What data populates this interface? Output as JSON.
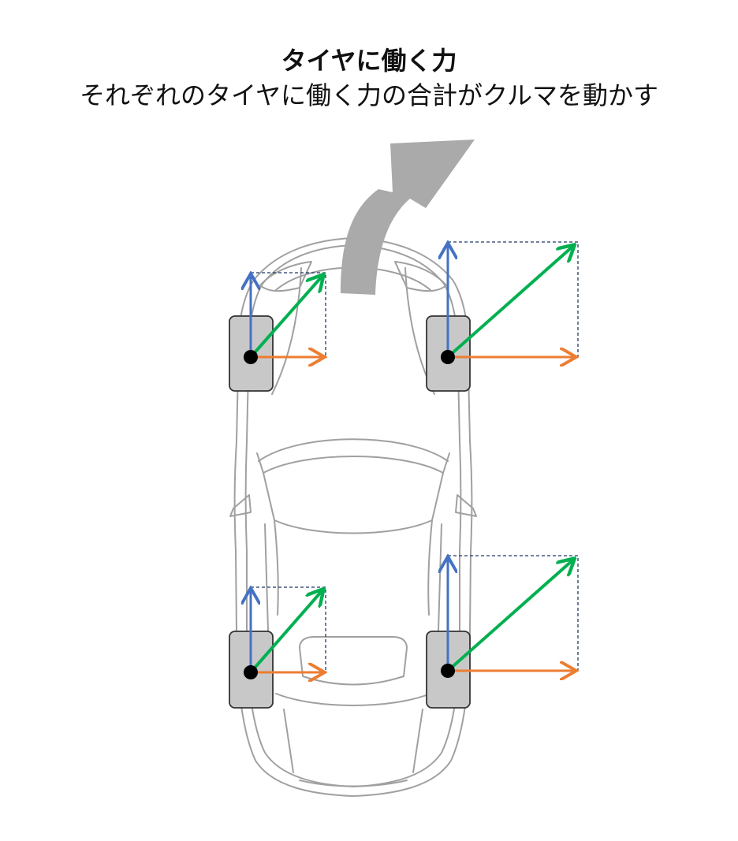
{
  "header": {
    "title": "タイヤに働く力",
    "subtitle": "それぞれのタイヤに働く力の合計がクルマを動かす"
  },
  "colors": {
    "longitudinal_force": "#4472c4",
    "lateral_force": "#ed7d31",
    "resultant_force": "#00b050",
    "tire_fill": "#c8c8c8",
    "turn_arrow": "#aaaaaa",
    "car_outline": "#a0a0a0"
  },
  "icons": {
    "turn_direction": "curved-arrow-icon",
    "car": "car-topview-icon"
  },
  "tires": [
    {
      "name": "front-left",
      "longitudinal": 1,
      "lateral": 1
    },
    {
      "name": "front-right",
      "longitudinal": 1.5,
      "lateral": 1.7
    },
    {
      "name": "rear-left",
      "longitudinal": 1,
      "lateral": 1
    },
    {
      "name": "rear-right",
      "longitudinal": 1.5,
      "lateral": 1.7
    }
  ]
}
